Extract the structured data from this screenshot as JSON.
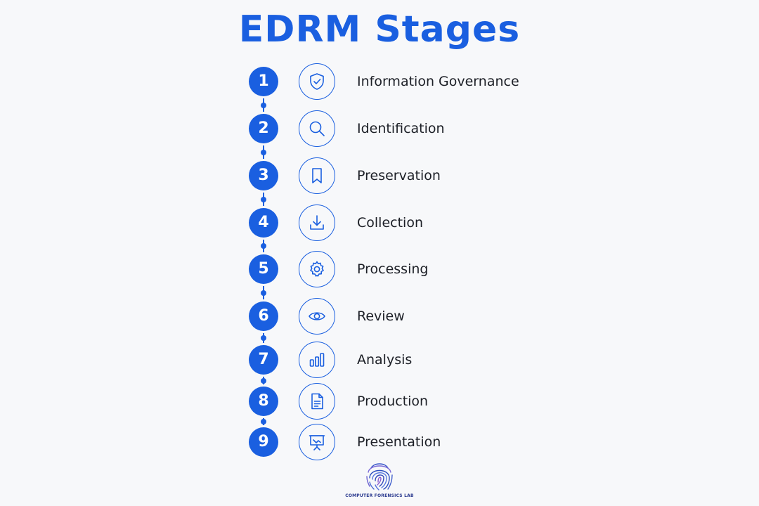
{
  "title": "EDRM Stages",
  "accent_color": "#1a5fe0",
  "stages": [
    {
      "number": "1",
      "label": "Information Governance",
      "icon": "shield-check-icon"
    },
    {
      "number": "2",
      "label": "Identification",
      "icon": "magnifier-icon"
    },
    {
      "number": "3",
      "label": "Preservation",
      "icon": "bookmark-icon"
    },
    {
      "number": "4",
      "label": "Collection",
      "icon": "download-tray-icon"
    },
    {
      "number": "5",
      "label": "Processing",
      "icon": "gear-icon"
    },
    {
      "number": "6",
      "label": "Review",
      "icon": "eye-icon"
    },
    {
      "number": "7",
      "label": "Analysis",
      "icon": "bar-chart-icon"
    },
    {
      "number": "8",
      "label": "Production",
      "icon": "document-icon"
    },
    {
      "number": "9",
      "label": "Presentation",
      "icon": "presentation-board-icon"
    }
  ],
  "logo": {
    "text": "COMPUTER FORENSICS LAB",
    "icon": "fingerprint-icon"
  }
}
